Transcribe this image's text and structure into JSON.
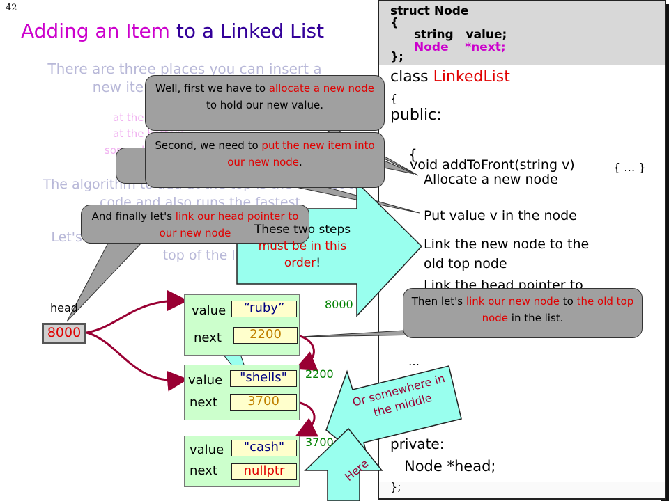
{
  "slide": {
    "number": "42",
    "title_highlight": "Adding an Item",
    "title_rest": " to a Linked List"
  },
  "background_text": {
    "intro": "There are three places you can insert a new item into a linked list:",
    "places": [
      "at the top",
      "at the bottom",
      "somewhere in the middle"
    ],
    "algorithm": "The algorithm to add at the top is the easiest to code and also runs the fastest.",
    "lets": "Let's learn how to add a new item \"right at\" the top of the list."
  },
  "code": {
    "struct_lines": [
      "struct Node",
      "{",
      "string   value;",
      "Node    *next;",
      "};"
    ],
    "class_kw": "class ",
    "class_name": "LinkedList",
    "open_brace": "{",
    "public": "public:",
    "func_open_brace": "{",
    "function": "void addToFront(string v)",
    "ellipsis_body": "{ … }",
    "steps": [
      "Allocate a new node",
      "Put value v in the node",
      "Link the new node to the",
      "old top node",
      "Link the head pointer to"
    ],
    "dots": "…",
    "private": "private:",
    "member": "Node *head;",
    "close": "};"
  },
  "callouts": {
    "allocate_pre": "Well, first we have to ",
    "allocate_red": "allocate a new node",
    "allocate_post": " to hold our new value.",
    "put_pre": "Second, we need to ",
    "put_red": "put the new item into our new node",
    "put_post": ".",
    "link_head_pre": "And finally let's ",
    "link_head_red": "link our head pointer to our new node",
    "link_head_post": "",
    "link_top_pre": "Then let's ",
    "link_top_red1": "link our new node",
    "link_top_mid": " to ",
    "link_top_red2": "the old top node",
    "link_top_post": " in the list."
  },
  "arrows": {
    "order_pre": "These two steps ",
    "order_red": "must be in this order",
    "order_post": "!",
    "middle": "Or somewhere in the middle",
    "here": "Here"
  },
  "list": {
    "head_label": "head",
    "head_value": "8000",
    "value_label": "value",
    "next_label": "next",
    "nodes": [
      {
        "value": "“ruby”",
        "next": "2200",
        "addr": "8000"
      },
      {
        "value": "\"shells\"",
        "next": "3700",
        "addr": "2200"
      },
      {
        "value": "\"cash\"",
        "next": "nullptr",
        "addr": "3700"
      }
    ]
  },
  "colors": {
    "title": "#330099",
    "title_highlight": "#cc00cc",
    "accent_red": "#e00000",
    "node_fill": "#ccffcc",
    "value_fill": "#ffffcc",
    "arrow_cyan": "#99ffee",
    "link_arrow": "#990033",
    "address": "#008000"
  }
}
